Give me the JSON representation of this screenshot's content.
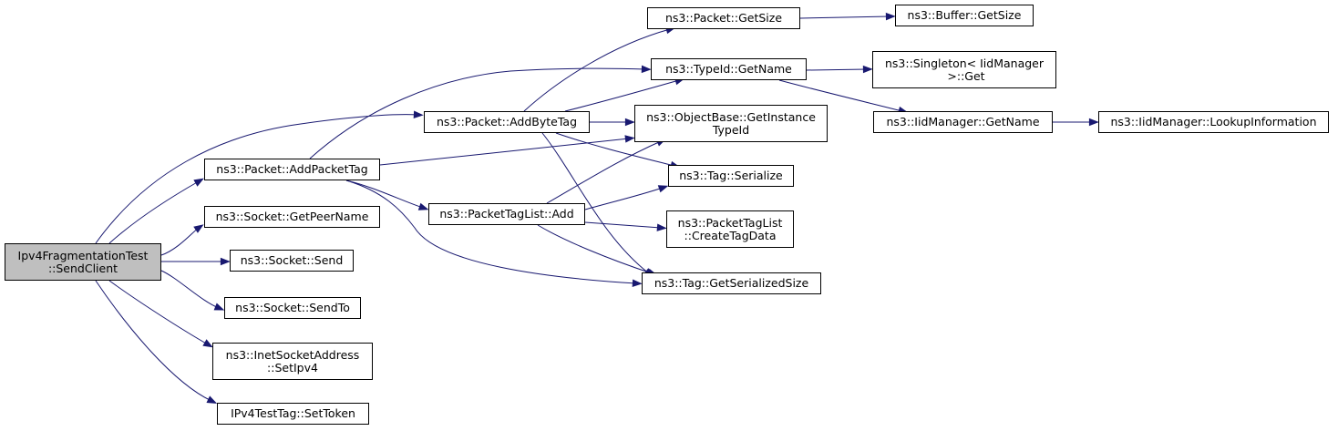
{
  "diagram": {
    "colors": {
      "edge": "#191970",
      "root_fill": "#bfbfbf",
      "node_fill": "#ffffff",
      "node_border": "#000000"
    },
    "nodes": {
      "root": "Ipv4FragmentationTest\n::SendClient",
      "add_packet_tag": "ns3::Packet::AddPacketTag",
      "get_peer_name": "ns3::Socket::GetPeerName",
      "send": "ns3::Socket::Send",
      "send_to": "ns3::Socket::SendTo",
      "set_ipv4": "ns3::InetSocketAddress\n::SetIpv4",
      "set_token": "IPv4TestTag::SetToken",
      "add_byte_tag": "ns3::Packet::AddByteTag",
      "packet_tag_list_add": "ns3::PacketTagList::Add",
      "packet_get_size": "ns3::Packet::GetSize",
      "typeid_get_name": "ns3::TypeId::GetName",
      "get_instance_typeid": "ns3::ObjectBase::GetInstance\nTypeId",
      "tag_serialize": "ns3::Tag::Serialize",
      "create_tag_data": "ns3::PacketTagList\n::CreateTagData",
      "tag_get_serialized_size": "ns3::Tag::GetSerializedSize",
      "buffer_get_size": "ns3::Buffer::GetSize",
      "singleton_get": "ns3::Singleton< IidManager\n >::Get",
      "iid_get_name": "ns3::IidManager::GetName",
      "lookup_information": "ns3::IidManager::LookupInformation"
    },
    "edges": [
      [
        "root",
        "add_byte_tag"
      ],
      [
        "root",
        "add_packet_tag"
      ],
      [
        "root",
        "get_peer_name"
      ],
      [
        "root",
        "send"
      ],
      [
        "root",
        "send_to"
      ],
      [
        "root",
        "set_ipv4"
      ],
      [
        "root",
        "set_token"
      ],
      [
        "add_packet_tag",
        "typeid_get_name"
      ],
      [
        "add_packet_tag",
        "get_instance_typeid"
      ],
      [
        "add_packet_tag",
        "packet_tag_list_add"
      ],
      [
        "add_packet_tag",
        "tag_get_serialized_size"
      ],
      [
        "add_byte_tag",
        "packet_get_size"
      ],
      [
        "add_byte_tag",
        "typeid_get_name"
      ],
      [
        "add_byte_tag",
        "get_instance_typeid"
      ],
      [
        "add_byte_tag",
        "tag_serialize"
      ],
      [
        "add_byte_tag",
        "tag_get_serialized_size"
      ],
      [
        "packet_tag_list_add",
        "get_instance_typeid"
      ],
      [
        "packet_tag_list_add",
        "tag_serialize"
      ],
      [
        "packet_tag_list_add",
        "create_tag_data"
      ],
      [
        "packet_tag_list_add",
        "tag_get_serialized_size"
      ],
      [
        "packet_get_size",
        "buffer_get_size"
      ],
      [
        "typeid_get_name",
        "singleton_get"
      ],
      [
        "typeid_get_name",
        "iid_get_name"
      ],
      [
        "iid_get_name",
        "lookup_information"
      ]
    ]
  }
}
